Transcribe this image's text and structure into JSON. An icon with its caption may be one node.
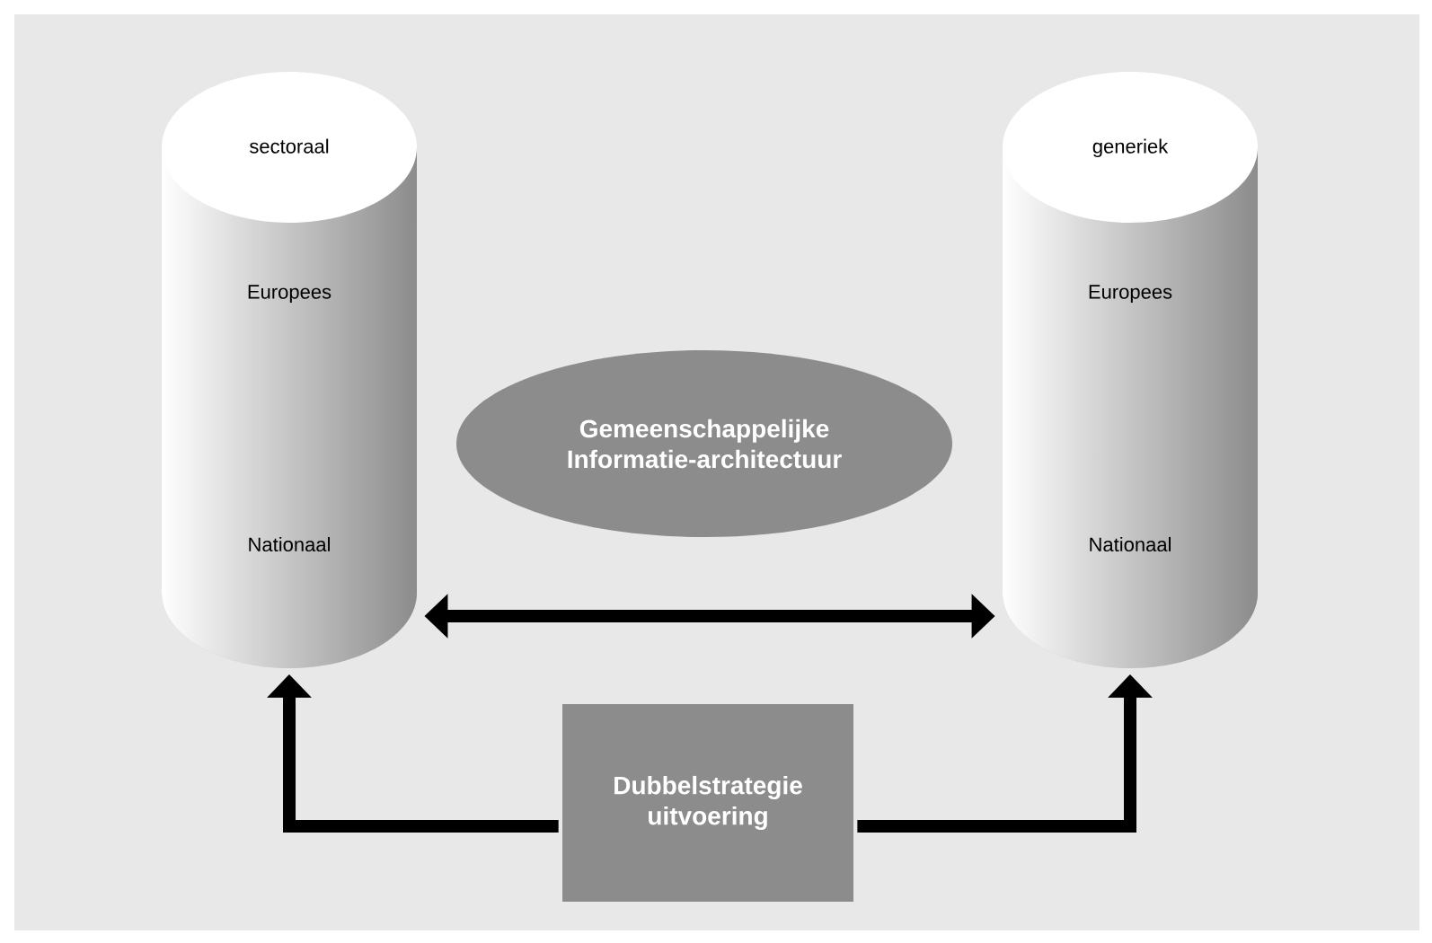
{
  "diagram": {
    "nodes": [
      {
        "text": [
          "sectoraal",
          "Europees"
        ]
      },
      {
        "text": [
          "Nationaal"
        ],
        "in": 0
      },
      {
        "text": [
          "generiek",
          "Europees"
        ]
      },
      {
        "text": [
          "Nationaal"
        ],
        "in": 2
      },
      {
        "text": [
          "Gemeenschappelijke Informatie-architectuur"
        ]
      },
      {
        "text": [
          "Dubbelstrategie uitvoering"
        ]
      }
    ],
    "edges": [
      {
        "from": 0,
        "to": 2,
        "arrow": "both"
      },
      {
        "from": 5,
        "to": 0,
        "arrow": "to"
      },
      {
        "from": 5,
        "to": 2,
        "arrow": "to"
      }
    ]
  }
}
